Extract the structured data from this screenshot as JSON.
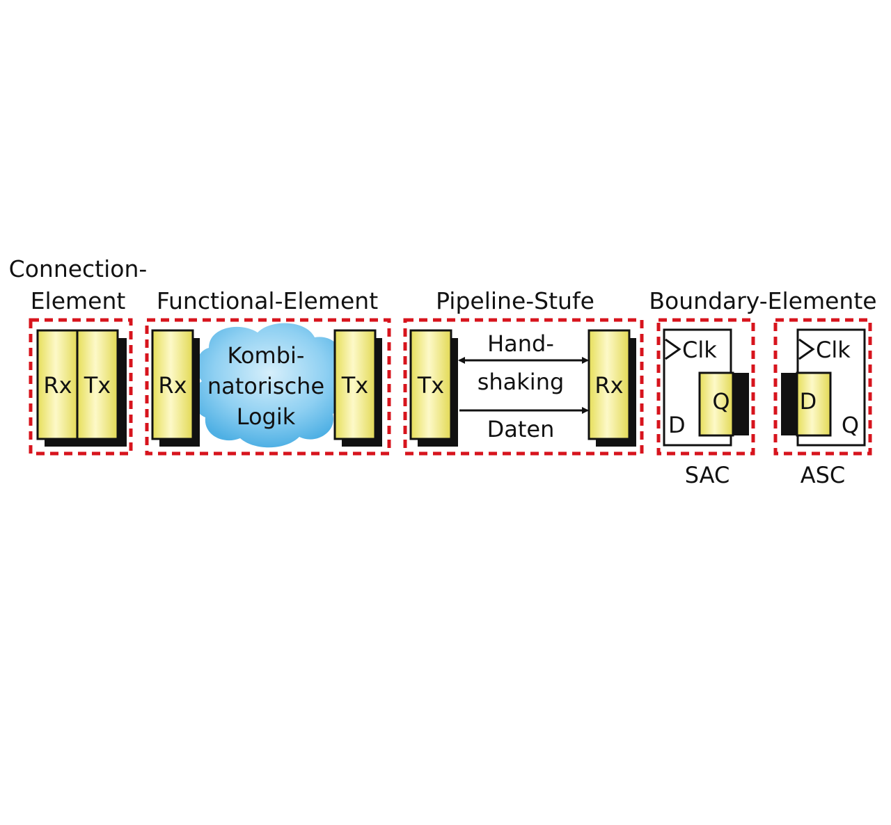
{
  "headers": {
    "connection_line1": "Connection-",
    "connection_line2": "Element",
    "functional": "Functional-Element",
    "pipeline": "Pipeline-Stufe",
    "boundary": "Boundary-Elemente"
  },
  "connection": {
    "rx": "Rx",
    "tx": "Tx"
  },
  "functional": {
    "rx": "Rx",
    "tx": "Tx",
    "logic_line1": "Kombi-",
    "logic_line2": "natorische",
    "logic_line3": "Logik"
  },
  "pipeline": {
    "tx": "Tx",
    "rx": "Rx",
    "handshake_line1": "Hand-",
    "handshake_line2": "shaking",
    "data": "Daten"
  },
  "sac": {
    "clk": "Clk",
    "d": "D",
    "q": "Q",
    "caption": "SAC"
  },
  "asc": {
    "clk": "Clk",
    "d": "D",
    "q": "Q",
    "caption": "ASC"
  },
  "colors": {
    "dashed_border": "#d7141d",
    "register_fill": "#f5f0a0",
    "cloud_fill": "#5ab8e8"
  }
}
